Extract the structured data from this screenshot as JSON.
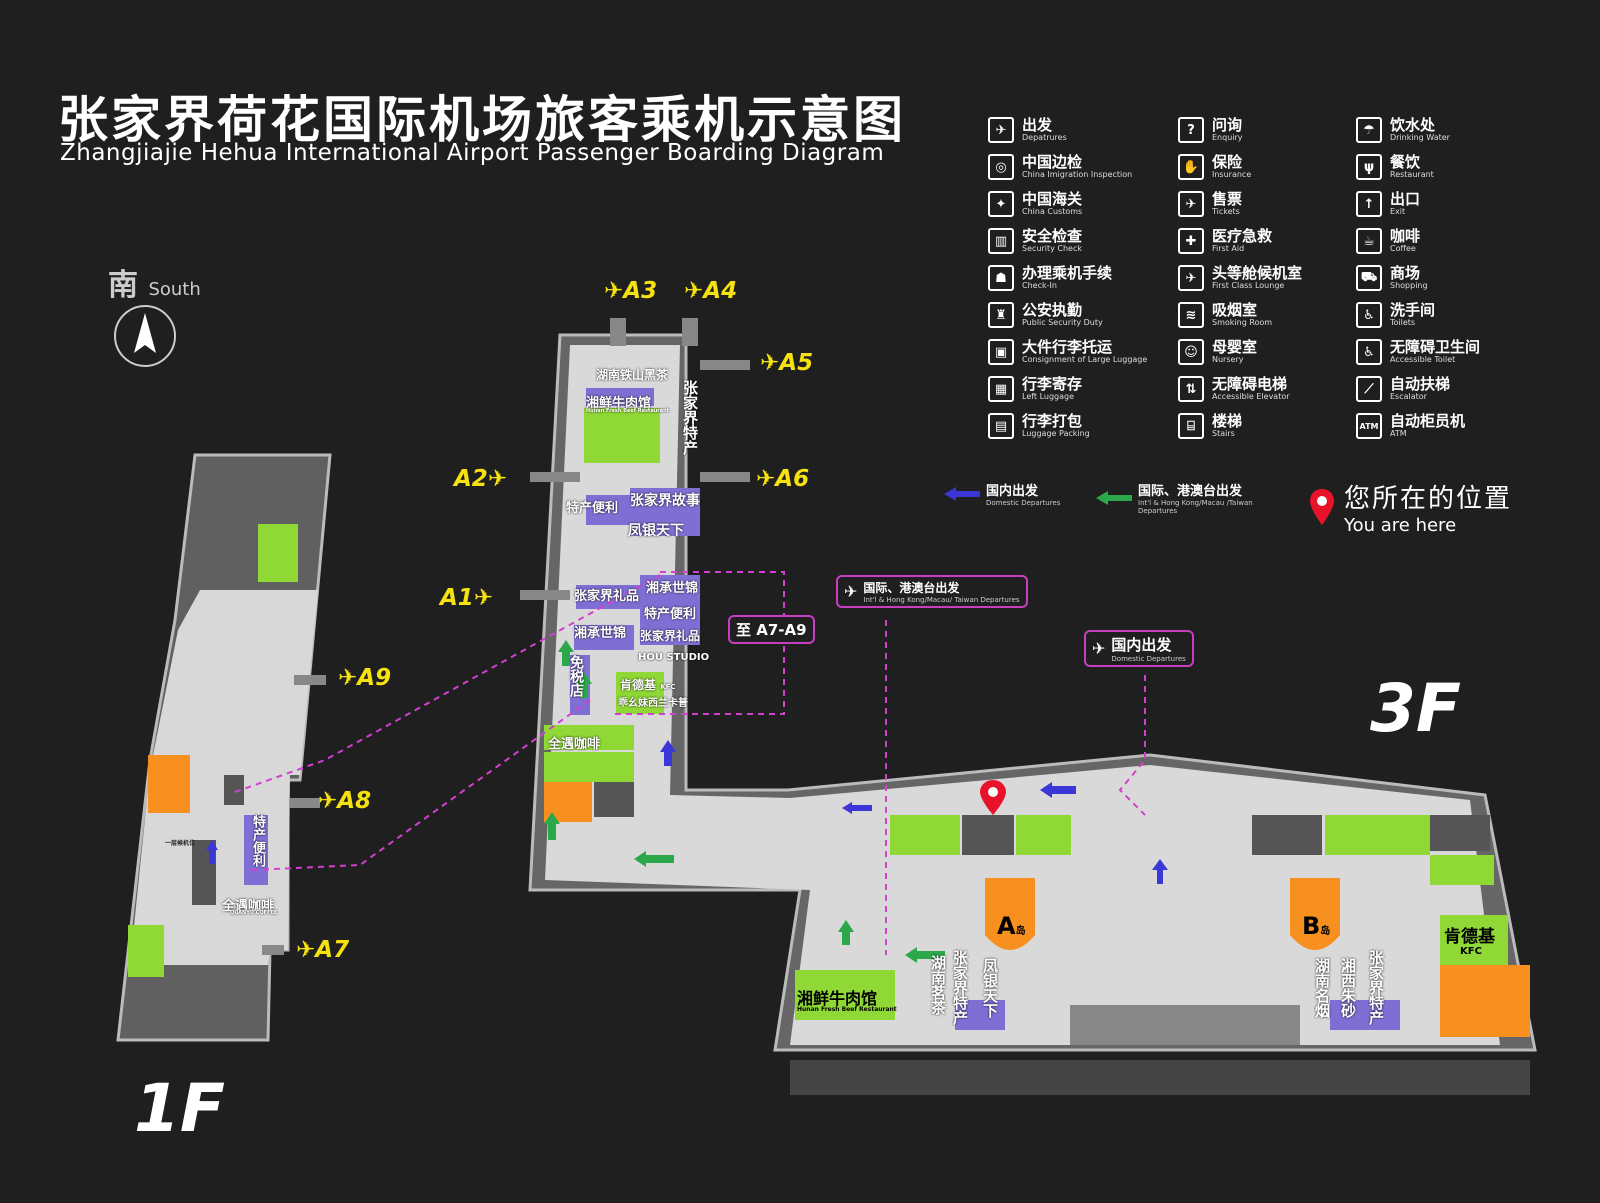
{
  "title": {
    "cn": "张家界荷花国际机场旅客乘机示意图",
    "en": "Zhangjiajie Hehua International Airport Passenger Boarding Diagram"
  },
  "compass": {
    "cn": "南",
    "en": "South"
  },
  "legend": [
    {
      "cn": "出发",
      "en": "Depatrures",
      "icon": "departure-icon"
    },
    {
      "cn": "中国边检",
      "en": "China Imigration Inspection",
      "icon": "border-inspection-icon"
    },
    {
      "cn": "中国海关",
      "en": "China Customs",
      "icon": "customs-icon"
    },
    {
      "cn": "安全检查",
      "en": "Security Check",
      "icon": "security-check-icon"
    },
    {
      "cn": "办理乘机手续",
      "en": "Check-In",
      "icon": "check-in-icon"
    },
    {
      "cn": "公安执勤",
      "en": "Public Security Duty",
      "icon": "police-icon"
    },
    {
      "cn": "大件行李托运",
      "en": "Consignment of Large Luggage",
      "icon": "large-luggage-icon"
    },
    {
      "cn": "行李寄存",
      "en": "Left Luggage",
      "icon": "left-luggage-icon"
    },
    {
      "cn": "行李打包",
      "en": "Luggage Packing",
      "icon": "luggage-packing-icon"
    },
    {
      "cn": "问询",
      "en": "Enquiry",
      "icon": "enquiry-icon"
    },
    {
      "cn": "保险",
      "en": "Insurance",
      "icon": "insurance-icon"
    },
    {
      "cn": "售票",
      "en": "Tickets",
      "icon": "tickets-icon"
    },
    {
      "cn": "医疗急救",
      "en": "First Aid",
      "icon": "first-aid-icon"
    },
    {
      "cn": "头等舱候机室",
      "en": "First Class Lounge",
      "icon": "lounge-icon"
    },
    {
      "cn": "吸烟室",
      "en": "Smoking Room",
      "icon": "smoking-icon"
    },
    {
      "cn": "母婴室",
      "en": "Nursery",
      "icon": "nursery-icon"
    },
    {
      "cn": "无障碍电梯",
      "en": "Accessible Elevator",
      "icon": "elevator-icon"
    },
    {
      "cn": "楼梯",
      "en": "Stairs",
      "icon": "stairs-icon"
    },
    {
      "cn": "饮水处",
      "en": "Drinking Water",
      "icon": "drinking-water-icon"
    },
    {
      "cn": "餐饮",
      "en": "Restaurant",
      "icon": "restaurant-icon"
    },
    {
      "cn": "出口",
      "en": "Exit",
      "icon": "exit-icon"
    },
    {
      "cn": "咖啡",
      "en": "Coffee",
      "icon": "coffee-icon"
    },
    {
      "cn": "商场",
      "en": "Shopping",
      "icon": "shopping-icon"
    },
    {
      "cn": "洗手间",
      "en": "Toilets",
      "icon": "toilet-icon"
    },
    {
      "cn": "无障碍卫生间",
      "en": "Accessible Toilet",
      "icon": "accessible-toilet-icon"
    },
    {
      "cn": "自动扶梯",
      "en": "Escalator",
      "icon": "escalator-icon"
    },
    {
      "cn": "自动柜员机",
      "en": "ATM",
      "icon": "atm-icon"
    }
  ],
  "arrow_legend": {
    "domestic": {
      "cn": "国内出发",
      "en": "Domestic Departures",
      "color": "#3a37d6"
    },
    "international": {
      "cn": "国际、港澳台出发",
      "en": "Int'l & Hong Kong/Macau /Taiwan Departures",
      "color": "#2aa84a"
    }
  },
  "you_are_here": {
    "cn": "您所在的位置",
    "en": "You are here",
    "color": "#e8132a"
  },
  "floors": {
    "first": "1F",
    "third": "3F"
  },
  "gates": [
    "A1",
    "A2",
    "A3",
    "A4",
    "A5",
    "A6",
    "A7",
    "A8",
    "A9"
  ],
  "callouts": {
    "a7_a9": "至 A7-A9",
    "intl_dep": {
      "cn": "国际、港澳台出发",
      "en": "Int'l & Hong Kong/Macau/ Taiwan Departures"
    },
    "dom_dep": {
      "cn": "国内出发",
      "en": "Domestic Departures"
    }
  },
  "shops": {
    "hunan_tea": "湖南铁山黑茶",
    "beef_3f_top": "湘鲜牛肉馆",
    "beef_3f_top_en": "Hunan Fresh Beef Restaurant",
    "zjj_specialty_v": "张家界特产",
    "specialty_conv": "特产便利",
    "zjj_story": "张家界故事",
    "fengyin": "凤银天下",
    "zjj_gift": "张家界礼品",
    "xiangcheng1": "湘承世锦",
    "specialty_conv2": "特产便利",
    "xiangcheng2": "湘承世锦",
    "zjj_gift2": "张家界礼品",
    "hou_studio": "HOU STUDIO",
    "duty_free": "免税店",
    "kfc_small": "肯德基",
    "kfc_small_en": "KFC",
    "brownie": "乖幺妹西兰卡普",
    "quanyu_coffee_3f": "全遇咖啡",
    "beef_hall": "湘鲜牛肉馆",
    "beef_hall_en": "Hunan Fresh Beef Restaurant",
    "hunan_tea_v": "湖南茗茶",
    "zjj_specialty_v2": "张家界特产",
    "fengyin_v": "凤银天下",
    "hunan_cig_v": "湖南名烟",
    "xiangxi_v": "湘西朱砂",
    "zjj_specialty_v3": "张家界特产",
    "kfc_hall": "肯德基",
    "kfc_hall_en": "KFC",
    "specialty_1f": "特产便利",
    "quanyu_coffee_1f": "全遇咖啡",
    "quanyu_coffee_1f_en": "QUANYU COFFEE",
    "waiting_1f": "一层候机位"
  },
  "islands": {
    "a": "A",
    "b": "B",
    "suffix": "岛"
  }
}
